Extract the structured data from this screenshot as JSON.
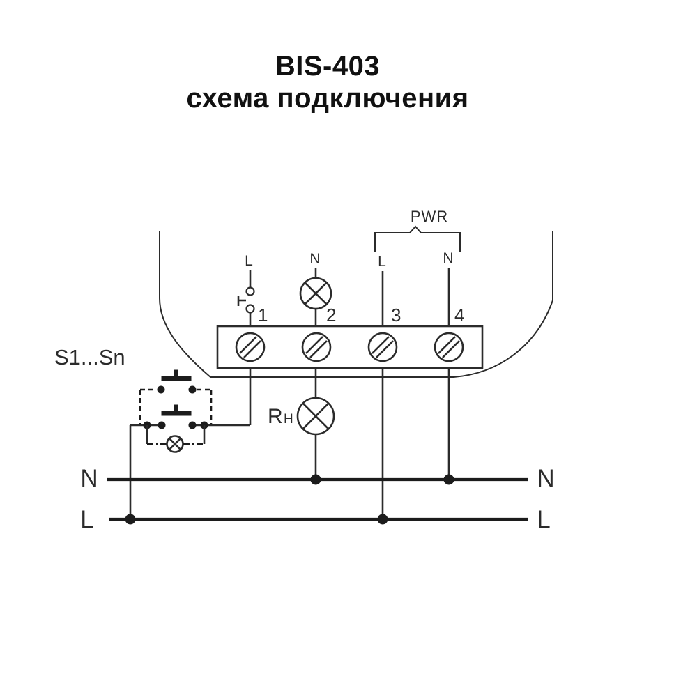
{
  "title": {
    "model": "BIS-403",
    "subtitle": "схема подключения"
  },
  "colors": {
    "ink": "#2b2b2b",
    "background": "#ffffff"
  },
  "power_bracket": {
    "label": "PWR"
  },
  "terminal_block": {
    "terminals": [
      {
        "number": "1",
        "line_label": "L"
      },
      {
        "number": "2",
        "line_label": "N"
      },
      {
        "number": "3",
        "line_label": "L"
      },
      {
        "number": "4",
        "line_label": "N"
      }
    ]
  },
  "switch_group": {
    "label": "S1...Sn"
  },
  "load": {
    "symbol": "R",
    "subscript": "H"
  },
  "bus_lines": {
    "neutral_left": "N",
    "line_left": "L",
    "neutral_right": "N",
    "line_right": "L"
  }
}
